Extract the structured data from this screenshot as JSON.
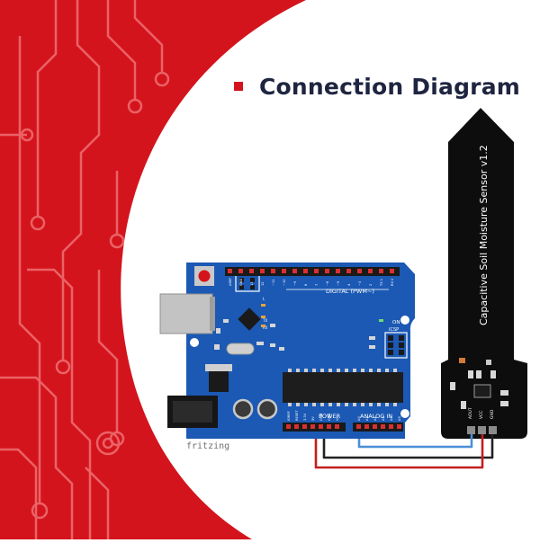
{
  "title": "Connection Diagram",
  "sensor_label": "Capacitive Soil Moisture Sensor v1.2",
  "sensor_pins": [
    "AOUT",
    "VCC",
    "GND"
  ],
  "board": {
    "digital_label": "DIGITAL (PWM~)",
    "power_label": "POWER",
    "analog_label": "ANALOG IN",
    "icsp_label": "ICSP",
    "on_label": "ON",
    "tx_label": "TX",
    "rx_label": "RX",
    "l_label": "L",
    "power_pins": [
      "IOREF",
      "RESET",
      "3.3V",
      "5V",
      "GND",
      "GND",
      "Vin"
    ],
    "analog_pins": [
      "A0",
      "A1",
      "A2",
      "A3",
      "A4",
      "A5"
    ],
    "digital_pins": [
      "AREF",
      "GND",
      "13",
      "12",
      "~11",
      "~10",
      "~9",
      "8",
      "7",
      "~6",
      "~5",
      "4",
      "~3",
      "2",
      "TX 1",
      "RX 0"
    ]
  },
  "watermark": "fritzing",
  "colors": {
    "accent_red": "#d4141c",
    "title_navy": "#1f2540",
    "board_blue": "#1b59b4",
    "wire_red": "#c21f1f",
    "wire_black": "#222222",
    "wire_blue": "#4a8fd6"
  }
}
